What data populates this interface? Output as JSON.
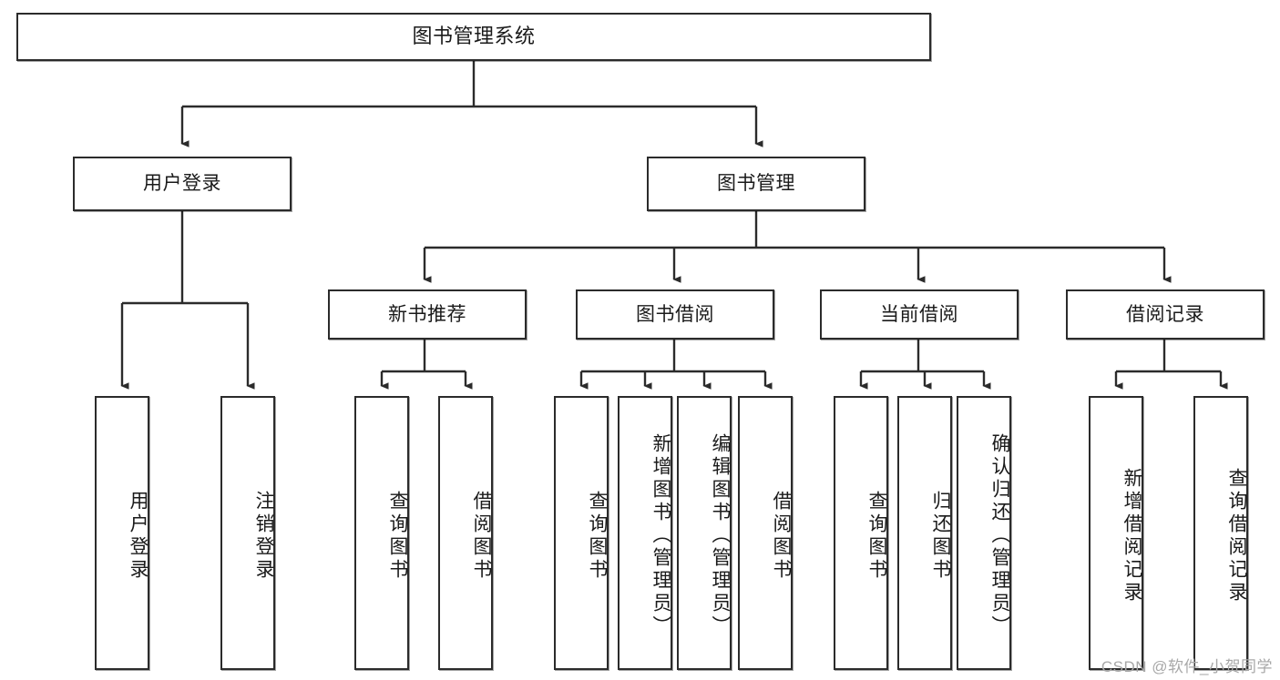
{
  "diagram": {
    "title": "图书管理系统",
    "type": "tree-hierarchy-chart",
    "stroke_color": "#2b2b2b",
    "fill_color": "#ffffff",
    "text_color": "#1a1a1a"
  },
  "nodes": {
    "root": {
      "label": "图书管理系统"
    },
    "level2": [
      {
        "id": "user-login",
        "label": "用户登录"
      },
      {
        "id": "book-manage",
        "label": "图书管理"
      }
    ],
    "level3": [
      {
        "id": "new-book-rec",
        "label": "新书推荐"
      },
      {
        "id": "book-borrow",
        "label": "图书借阅"
      },
      {
        "id": "current-borrow",
        "label": "当前借阅"
      },
      {
        "id": "borrow-record",
        "label": "借阅记录"
      }
    ],
    "leaves": [
      {
        "id": "leaf-user-login",
        "label": "用户登录",
        "parent": "user-login"
      },
      {
        "id": "leaf-user-logout",
        "label": "注销登录",
        "parent": "user-login"
      },
      {
        "id": "leaf-query-book-1",
        "label": "查询图书",
        "parent": "new-book-rec"
      },
      {
        "id": "leaf-borrow-book-1",
        "label": "借阅图书",
        "parent": "new-book-rec"
      },
      {
        "id": "leaf-query-book-2",
        "label": "查询图书",
        "parent": "book-borrow"
      },
      {
        "id": "leaf-add-book",
        "label": "新增图书（管理员）",
        "parent": "book-borrow"
      },
      {
        "id": "leaf-edit-book",
        "label": "编辑图书（管理员）",
        "parent": "book-borrow"
      },
      {
        "id": "leaf-borrow-book-2",
        "label": "借阅图书",
        "parent": "book-borrow"
      },
      {
        "id": "leaf-query-book-3",
        "label": "查询图书",
        "parent": "current-borrow"
      },
      {
        "id": "leaf-return-book",
        "label": "归还图书",
        "parent": "current-borrow"
      },
      {
        "id": "leaf-confirm-return",
        "label": "确认归还（管理员）",
        "parent": "current-borrow"
      },
      {
        "id": "leaf-add-record",
        "label": "新增借阅记录",
        "parent": "borrow-record"
      },
      {
        "id": "leaf-query-record",
        "label": "查询借阅记录",
        "parent": "borrow-record"
      }
    ]
  },
  "watermark": {
    "text": "CSDN @软件_小贺同学"
  }
}
